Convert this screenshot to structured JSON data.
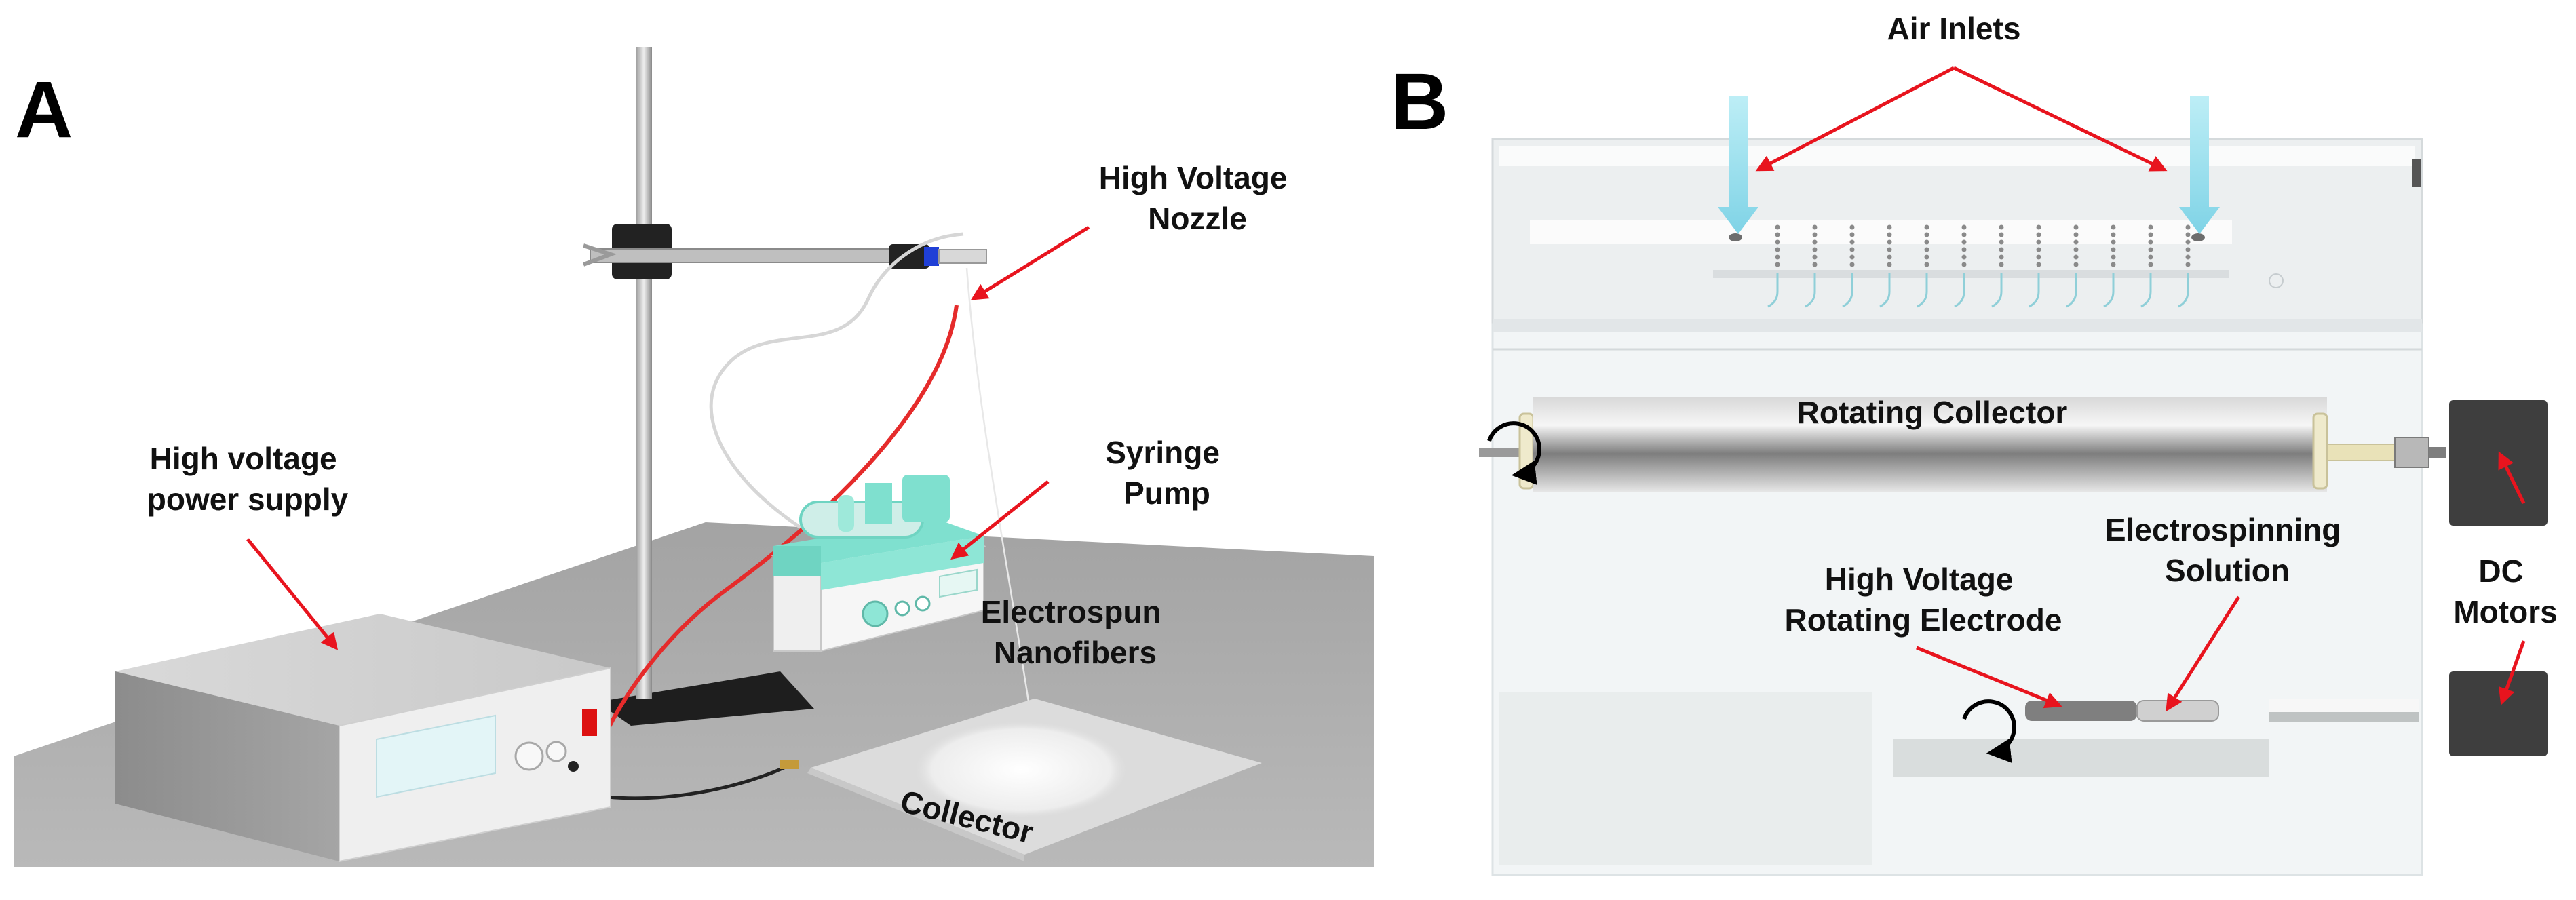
{
  "panels": {
    "a": {
      "letter": "A",
      "labels": {
        "power_supply": [
          "High voltage",
          "power supply"
        ],
        "nozzle": [
          "High Voltage",
          "Nozzle"
        ],
        "pump": [
          "Syringe",
          "Pump"
        ],
        "nanofibers": [
          "Electrospun",
          "Nanofibers"
        ],
        "collector": "Collector"
      }
    },
    "b": {
      "letter": "B",
      "labels": {
        "air_inlets": "Air Inlets",
        "rotating_collector": "Rotating Collector",
        "solution": [
          "Electrospinning",
          "Solution"
        ],
        "electrode": [
          "High Voltage",
          "Rotating Electrode"
        ],
        "motors": [
          "DC",
          "Motors"
        ]
      }
    }
  },
  "colors": {
    "arrow": "#e8141e",
    "teal": "#7fe0cf",
    "table": "#a9a9a9",
    "air_arrow": "#8fdcea"
  }
}
